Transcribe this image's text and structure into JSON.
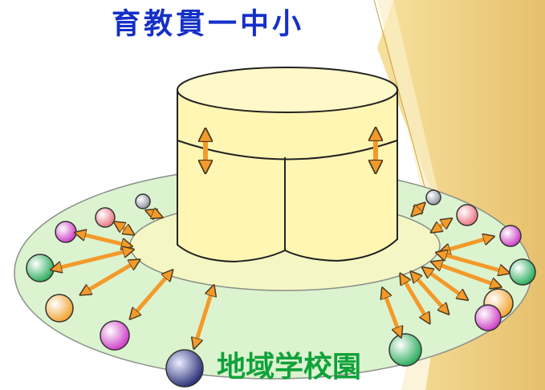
{
  "title_chars": [
    "小",
    "中",
    "一",
    "貫",
    "教",
    "育"
  ],
  "region_label": "地域学校園",
  "colors": {
    "outer_ring": "#dcf3cf",
    "inner_ring": "#f4f7c4",
    "cylinder": "#fff6b3",
    "arrow": "#f49a2a",
    "title": "#1530c8",
    "region_label": "#0fa23a",
    "background_panel": "#e6bb5a"
  },
  "nodes": [
    {
      "color": "gray"
    },
    {
      "color": "pink"
    },
    {
      "color": "magenta"
    },
    {
      "color": "green"
    },
    {
      "color": "orange"
    },
    {
      "color": "magenta"
    },
    {
      "color": "navy"
    },
    {
      "color": "gray"
    },
    {
      "color": "pink"
    },
    {
      "color": "magenta"
    },
    {
      "color": "green"
    },
    {
      "color": "orange"
    },
    {
      "color": "magenta"
    },
    {
      "color": "green"
    }
  ]
}
